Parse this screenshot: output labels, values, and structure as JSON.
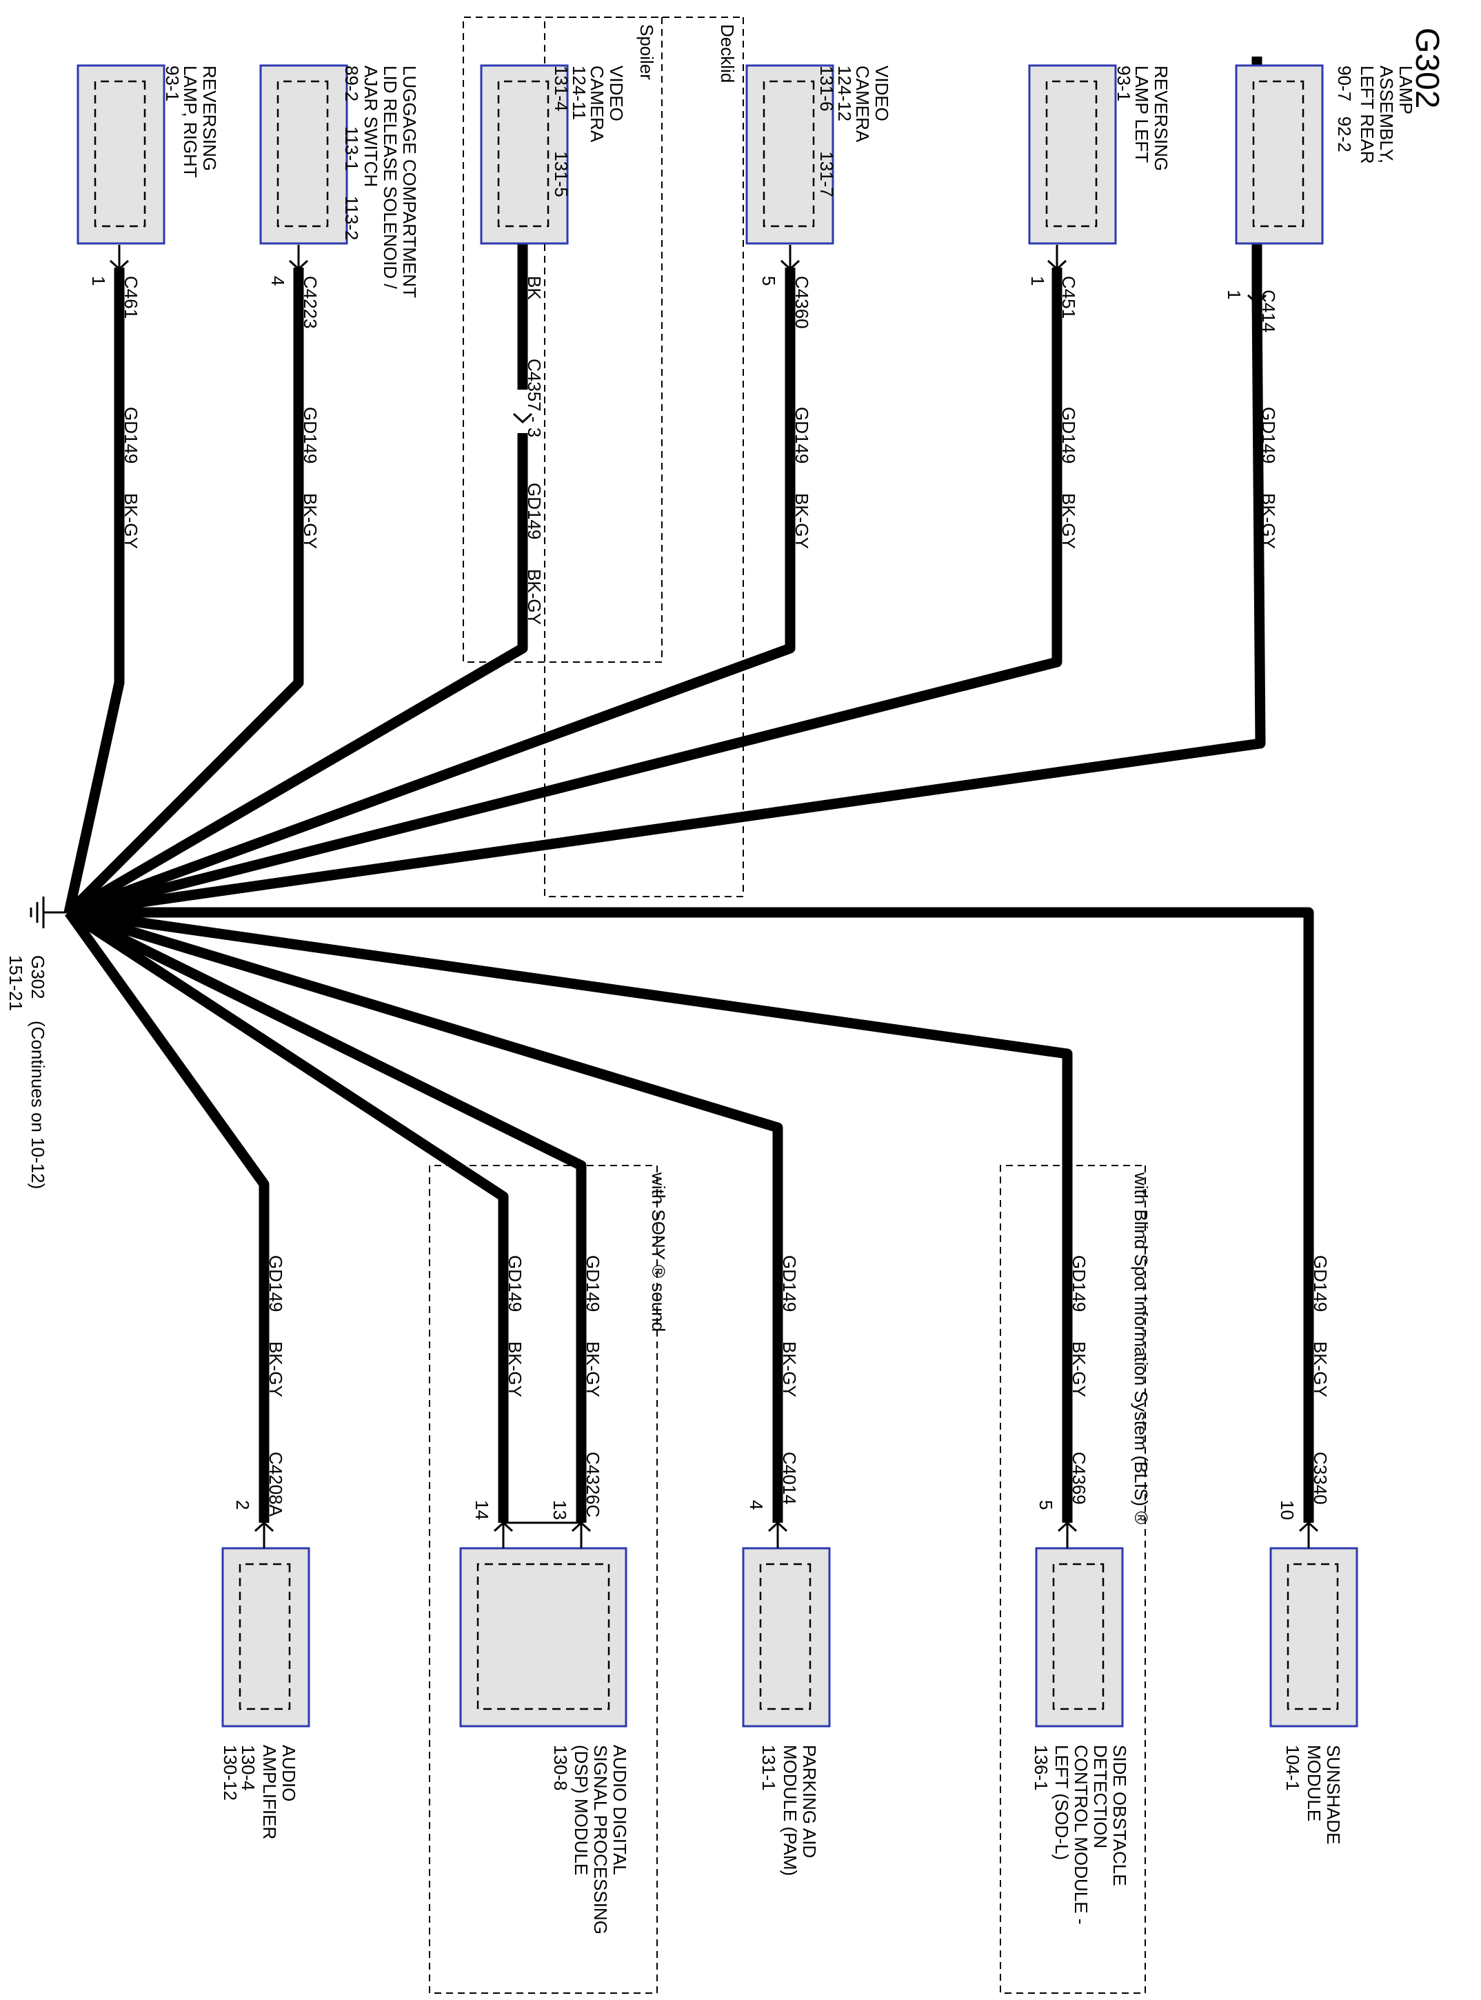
{
  "title": "G302",
  "ground": {
    "name": "G302",
    "ref": "151-21",
    "note": "(Continues on 10-12)"
  },
  "wire": {
    "circuit": "GD149",
    "color": "BK-GY"
  },
  "top_components": [
    {
      "id": "lamp-assembly-left-rear",
      "name": "LAMP\nASSEMBLY,\nLEFT REAR",
      "refs": "90-7   92-2",
      "connector": "C414",
      "pin": "1"
    },
    {
      "id": "reversing-lamp-left",
      "name": "REVERSING\nLAMP LEFT",
      "refs": "93-1",
      "connector": "C451",
      "pin": "1"
    },
    {
      "id": "video-camera-decklid",
      "name": "VIDEO\nCAMERA",
      "refs": "124-12\n131-6        131-7",
      "connector": "C4360",
      "pin": "5",
      "group": "Decklid"
    },
    {
      "id": "video-camera-spoiler",
      "name": "VIDEO\nCAMERA",
      "refs": "124-11\n131-4        131-5",
      "connector": "C4357 - 3",
      "pin_wire_color": "BK",
      "group": "Spoiler"
    },
    {
      "id": "luggage-compartment",
      "name": "LUGGAGE COMPARTMENT\nLID RELEASE SOLENOID /\nAJAR SWITCH",
      "refs": "89-2     113-1     113-2",
      "connector": "C4223",
      "pin": "4"
    },
    {
      "id": "reversing-lamp-right",
      "name": "REVERSING\nLAMP, RIGHT",
      "refs": "93-1",
      "connector": "C461",
      "pin": "1"
    }
  ],
  "bottom_components": [
    {
      "id": "sunshade-module",
      "name": "SUNSHADE\nMODULE",
      "refs": "104-1",
      "connector": "C3340",
      "pin": "10"
    },
    {
      "id": "sod-l",
      "name": "SIDE OBSTACLE\nDETECTION\nCONTROL MODULE -\nLEFT (SOD-L)",
      "refs": "136-1",
      "connector": "C4369",
      "pin": "5",
      "group": "with Blind Spot Information System (BLIS) ®"
    },
    {
      "id": "pam",
      "name": "PARKING AID\nMODULE (PAM)",
      "refs": "131-1",
      "connector": "C4014",
      "pin": "4"
    },
    {
      "id": "dsp",
      "name": "AUDIO DIGITAL\nSIGNAL PROCESSING\n(DSP) MODULE",
      "refs": "130-8",
      "connector": "C4326C",
      "pins": [
        "13",
        "14"
      ],
      "group": "with SONY ® sound"
    },
    {
      "id": "audio-amplifier",
      "name": "AUDIO\nAMPLIFIER",
      "refs": "130-4\n130-12",
      "connector": "C4208A",
      "pin": "2"
    }
  ]
}
